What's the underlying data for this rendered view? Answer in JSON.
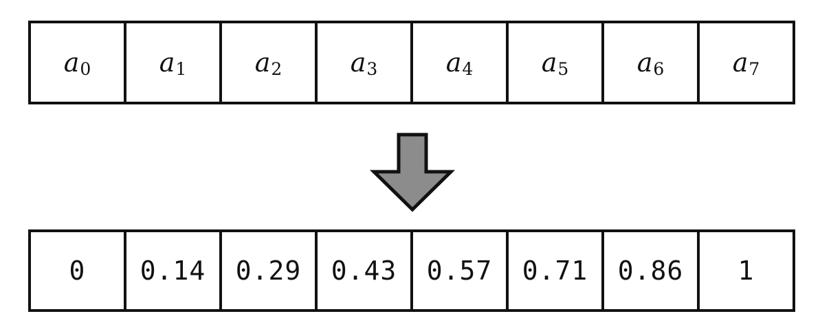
{
  "input_array": {
    "cells": [
      {
        "base": "a",
        "sub": "0"
      },
      {
        "base": "a",
        "sub": "1"
      },
      {
        "base": "a",
        "sub": "2"
      },
      {
        "base": "a",
        "sub": "3"
      },
      {
        "base": "a",
        "sub": "4"
      },
      {
        "base": "a",
        "sub": "5"
      },
      {
        "base": "a",
        "sub": "6"
      },
      {
        "base": "a",
        "sub": "7"
      }
    ]
  },
  "arrow": {
    "icon": "down-arrow-icon",
    "fill_color": "#8c8c8c",
    "stroke_color": "#111111"
  },
  "output_array": {
    "values": [
      "0",
      "0.14",
      "0.29",
      "0.43",
      "0.57",
      "0.71",
      "0.86",
      "1"
    ]
  }
}
